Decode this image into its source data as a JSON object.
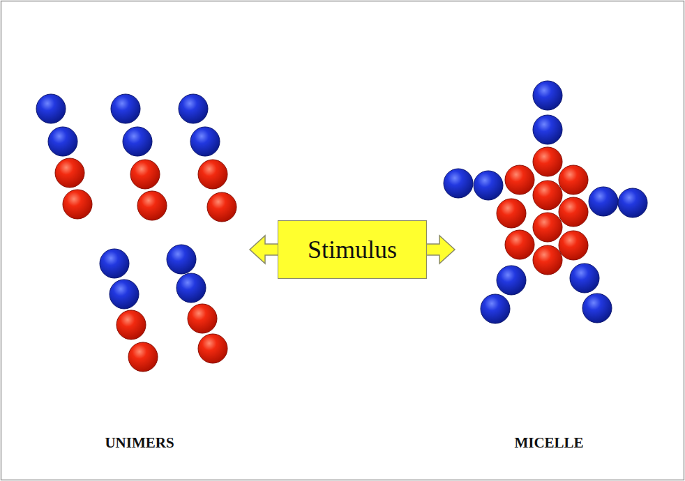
{
  "diagram": {
    "nodes": [
      {
        "text": [
          "Stimulus"
        ]
      }
    ],
    "labels": [
      "UNIMERS",
      "MICELLE"
    ]
  }
}
